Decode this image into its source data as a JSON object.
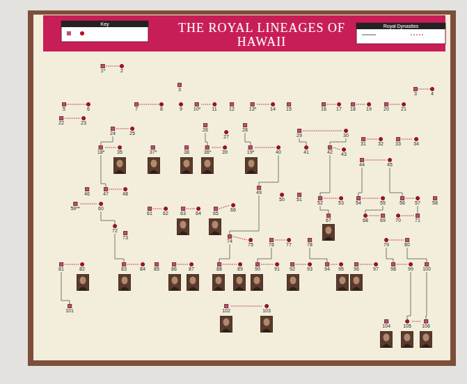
{
  "diagram": {
    "title": "THE ROYAL LINEAGES OF HAWAII",
    "nodes": [
      {
        "text": [
          "1*"
        ]
      },
      {
        "text": [
          "2"
        ]
      },
      {
        "text": [
          "3"
        ]
      },
      {
        "text": [
          "3"
        ]
      },
      {
        "text": [
          "4"
        ]
      },
      {
        "text": [
          "5"
        ]
      },
      {
        "text": [
          "6"
        ]
      },
      {
        "text": [
          "7"
        ]
      },
      {
        "text": [
          "8"
        ]
      },
      {
        "text": [
          "9"
        ]
      },
      {
        "text": [
          "10*"
        ]
      },
      {
        "text": [
          "11"
        ]
      },
      {
        "text": [
          "12"
        ]
      },
      {
        "text": [
          "13*"
        ]
      },
      {
        "text": [
          "14"
        ]
      },
      {
        "text": [
          "15"
        ]
      },
      {
        "text": [
          "16"
        ]
      },
      {
        "text": [
          "17"
        ]
      },
      {
        "text": [
          "18"
        ]
      },
      {
        "text": [
          "19"
        ]
      },
      {
        "text": [
          "20"
        ]
      },
      {
        "text": [
          "21"
        ]
      },
      {
        "text": [
          "22"
        ]
      },
      {
        "text": [
          "23"
        ]
      },
      {
        "text": [
          "24"
        ]
      },
      {
        "text": [
          "25"
        ]
      },
      {
        "text": [
          "26"
        ]
      },
      {
        "text": [
          "27"
        ]
      },
      {
        "text": [
          "28"
        ]
      },
      {
        "text": [
          "29"
        ]
      },
      {
        "text": [
          "30"
        ]
      },
      {
        "text": [
          "31"
        ]
      },
      {
        "text": [
          "32"
        ]
      },
      {
        "text": [
          "33"
        ]
      },
      {
        "text": [
          "34"
        ]
      },
      {
        "text": [
          "18*"
        ]
      },
      {
        "text": [
          "35"
        ]
      },
      {
        "text": [
          "37*"
        ]
      },
      {
        "text": [
          "38"
        ]
      },
      {
        "text": [
          "36*"
        ]
      },
      {
        "text": [
          "39"
        ]
      },
      {
        "text": [
          "19*"
        ]
      },
      {
        "text": [
          "40"
        ]
      },
      {
        "text": [
          "41"
        ]
      },
      {
        "text": [
          "42"
        ]
      },
      {
        "text": [
          "43"
        ]
      },
      {
        "text": [
          "44"
        ]
      },
      {
        "text": [
          "45"
        ]
      },
      {
        "text": [
          "46"
        ]
      },
      {
        "text": [
          "47"
        ]
      },
      {
        "text": [
          "48"
        ]
      },
      {
        "text": [
          "49"
        ]
      },
      {
        "text": [
          "50"
        ]
      },
      {
        "text": [
          "51"
        ]
      },
      {
        "text": [
          "52"
        ]
      },
      {
        "text": [
          "53"
        ]
      },
      {
        "text": [
          "54"
        ]
      },
      {
        "text": [
          "55"
        ]
      },
      {
        "text": [
          "56"
        ]
      },
      {
        "text": [
          "57"
        ]
      },
      {
        "text": [
          "58"
        ]
      },
      {
        "text": [
          "59**"
        ]
      },
      {
        "text": [
          "60"
        ]
      },
      {
        "text": [
          "61"
        ]
      },
      {
        "text": [
          "62"
        ]
      },
      {
        "text": [
          "63"
        ]
      },
      {
        "text": [
          "64"
        ]
      },
      {
        "text": [
          "65"
        ]
      },
      {
        "text": [
          "66"
        ]
      },
      {
        "text": [
          "67"
        ]
      },
      {
        "text": [
          "68"
        ]
      },
      {
        "text": [
          "69"
        ]
      },
      {
        "text": [
          "70"
        ]
      },
      {
        "text": [
          "71"
        ]
      },
      {
        "text": [
          "72"
        ]
      },
      {
        "text": [
          "73"
        ]
      },
      {
        "text": [
          "74"
        ]
      },
      {
        "text": [
          "75"
        ]
      },
      {
        "text": [
          "76"
        ]
      },
      {
        "text": [
          "77"
        ]
      },
      {
        "text": [
          "78"
        ]
      },
      {
        "text": [
          "79"
        ]
      },
      {
        "text": [
          "80"
        ]
      },
      {
        "text": [
          "81"
        ]
      },
      {
        "text": [
          "82"
        ]
      },
      {
        "text": [
          "83"
        ]
      },
      {
        "text": [
          "84"
        ]
      },
      {
        "text": [
          "85"
        ]
      },
      {
        "text": [
          "86"
        ]
      },
      {
        "text": [
          "87"
        ]
      },
      {
        "text": [
          "88"
        ]
      },
      {
        "text": [
          "89"
        ]
      },
      {
        "text": [
          "90"
        ]
      },
      {
        "text": [
          "91"
        ]
      },
      {
        "text": [
          "92"
        ]
      },
      {
        "text": [
          "93"
        ]
      },
      {
        "text": [
          "94"
        ]
      },
      {
        "text": [
          "95"
        ]
      },
      {
        "text": [
          "96"
        ]
      },
      {
        "text": [
          "97"
        ]
      },
      {
        "text": [
          "98"
        ]
      },
      {
        "text": [
          "99"
        ]
      },
      {
        "text": [
          "100"
        ]
      },
      {
        "text": [
          "101"
        ]
      },
      {
        "text": [
          "102"
        ]
      },
      {
        "text": [
          "103"
        ]
      },
      {
        "text": [
          "104"
        ]
      },
      {
        "text": [
          "105"
        ]
      },
      {
        "text": [
          "106"
        ]
      }
    ],
    "edges": [
      {
        "from": 0,
        "to": 1,
        "arrow": "none"
      },
      {
        "from": 3,
        "to": 4,
        "arrow": "none"
      },
      {
        "from": 5,
        "to": 6,
        "arrow": "none"
      },
      {
        "from": 7,
        "to": 8,
        "arrow": "none"
      },
      {
        "from": 10,
        "to": 11,
        "arrow": "none"
      },
      {
        "from": 13,
        "to": 14,
        "arrow": "none"
      },
      {
        "from": 16,
        "to": 17,
        "arrow": "none"
      },
      {
        "from": 18,
        "to": 19,
        "arrow": "none"
      },
      {
        "from": 20,
        "to": 21,
        "arrow": "none"
      },
      {
        "from": 22,
        "to": 23,
        "arrow": "none"
      },
      {
        "from": 24,
        "to": 25,
        "arrow": "none"
      },
      {
        "from": 29,
        "to": 30,
        "arrow": "none"
      },
      {
        "from": 31,
        "to": 32,
        "arrow": "none"
      },
      {
        "from": 33,
        "to": 34,
        "arrow": "none"
      },
      {
        "from": 35,
        "to": 36,
        "arrow": "none"
      },
      {
        "from": 39,
        "to": 40,
        "arrow": "none"
      },
      {
        "from": 41,
        "to": 42,
        "arrow": "none"
      },
      {
        "from": 44,
        "to": 45,
        "arrow": "none"
      },
      {
        "from": 46,
        "to": 47,
        "arrow": "none"
      },
      {
        "from": 49,
        "to": 50,
        "arrow": "none"
      },
      {
        "from": 54,
        "to": 55,
        "arrow": "none"
      },
      {
        "from": 56,
        "to": 57,
        "arrow": "none"
      },
      {
        "from": 58,
        "to": 59,
        "arrow": "none"
      },
      {
        "from": 61,
        "to": 62,
        "arrow": "none"
      },
      {
        "from": 63,
        "to": 64,
        "arrow": "none"
      },
      {
        "from": 65,
        "to": 66,
        "arrow": "none"
      },
      {
        "from": 67,
        "to": 68,
        "arrow": "none"
      },
      {
        "from": 70,
        "to": 71,
        "arrow": "none"
      },
      {
        "from": 72,
        "to": 73,
        "arrow": "none"
      },
      {
        "from": 76,
        "to": 77,
        "arrow": "none"
      },
      {
        "from": 78,
        "to": 79,
        "arrow": "none"
      },
      {
        "from": 81,
        "to": 82,
        "arrow": "none"
      },
      {
        "from": 83,
        "to": 84,
        "arrow": "none"
      },
      {
        "from": 85,
        "to": 86,
        "arrow": "none"
      },
      {
        "from": 88,
        "to": 89,
        "arrow": "none"
      },
      {
        "from": 90,
        "to": 91,
        "arrow": "none"
      },
      {
        "from": 92,
        "to": 93,
        "arrow": "none"
      },
      {
        "from": 94,
        "to": 95,
        "arrow": "none"
      },
      {
        "from": 96,
        "to": 97,
        "arrow": "none"
      },
      {
        "from": 98,
        "to": 99,
        "arrow": "none"
      },
      {
        "from": 100,
        "to": 101,
        "arrow": "none"
      },
      {
        "from": 104,
        "to": 105,
        "arrow": "none"
      },
      {
        "from": 107,
        "to": 108,
        "arrow": "none"
      },
      {
        "from": 24,
        "to": 35,
        "arrow": "none"
      },
      {
        "from": 26,
        "to": 39,
        "arrow": "none"
      },
      {
        "from": 28,
        "to": 41,
        "arrow": "none"
      },
      {
        "from": 29,
        "to": 43,
        "arrow": "none"
      },
      {
        "from": 30,
        "to": 44,
        "arrow": "none"
      },
      {
        "from": 35,
        "to": 49,
        "arrow": "none"
      },
      {
        "from": 42,
        "to": 51,
        "arrow": "none"
      },
      {
        "from": 44,
        "to": 54,
        "arrow": "none"
      },
      {
        "from": 47,
        "to": 58,
        "arrow": "none"
      },
      {
        "from": 46,
        "to": 56,
        "arrow": "none"
      },
      {
        "from": 51,
        "to": 76,
        "arrow": "none"
      },
      {
        "from": 54,
        "to": 69,
        "arrow": "none"
      },
      {
        "from": 57,
        "to": 70,
        "arrow": "none"
      },
      {
        "from": 59,
        "to": 73,
        "arrow": "none"
      },
      {
        "from": 62,
        "to": 74,
        "arrow": "none"
      },
      {
        "from": 74,
        "to": 85,
        "arrow": "none"
      },
      {
        "from": 76,
        "to": 90,
        "arrow": "none"
      },
      {
        "from": 78,
        "to": 92,
        "arrow": "none"
      },
      {
        "from": 80,
        "to": 96,
        "arrow": "none"
      },
      {
        "from": 81,
        "to": 100,
        "arrow": "none"
      },
      {
        "from": 82,
        "to": 102,
        "arrow": "none"
      },
      {
        "from": 83,
        "to": 103,
        "arrow": "none"
      },
      {
        "from": 101,
        "to": 107,
        "arrow": "none"
      },
      {
        "from": 102,
        "to": 108,
        "arrow": "none"
      }
    ],
    "labels": [
      "Key",
      "Royal Dynasties"
    ]
  }
}
